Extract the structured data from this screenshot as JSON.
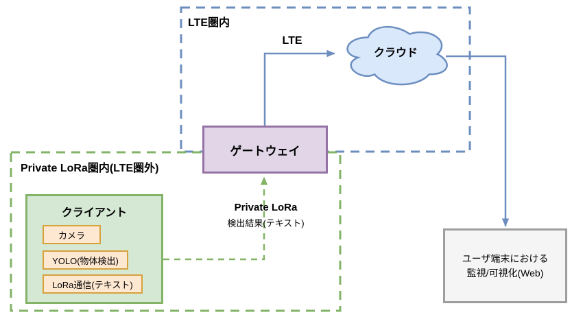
{
  "diagram": {
    "lte_zone": {
      "label": "LTE圏内"
    },
    "lora_zone": {
      "label": "Private LoRa圏内(LTE圏外)"
    },
    "nodes": {
      "cloud": {
        "label": "クラウド"
      },
      "gateway": {
        "label": "ゲートウェイ"
      },
      "client": {
        "label": "クライアント",
        "components": [
          {
            "label": "カメラ"
          },
          {
            "label": "YOLO(物体検出)"
          },
          {
            "label": "LoRa通信(テキスト)"
          }
        ]
      },
      "user_terminal": {
        "line1": "ユーザ端末における",
        "line2": "監視/可視化(Web)"
      }
    },
    "edges": {
      "lte_link": {
        "label": "LTE"
      },
      "lora_link": {
        "label": "Private LoRa",
        "sublabel": "検出結果(テキスト)"
      }
    },
    "colors": {
      "blue_stroke": "#6C8EBF",
      "cloud_fill": "#DAE8FC",
      "purple_stroke": "#9673A6",
      "purple_fill": "#E1D5E7",
      "green_stroke": "#82B366",
      "green_fill": "#D5E8D4",
      "orange_stroke": "#D7A13C",
      "orange_fill": "#FFE8D2",
      "gray_stroke": "#9E9E9E",
      "gray_fill": "#F5F5F5"
    }
  }
}
